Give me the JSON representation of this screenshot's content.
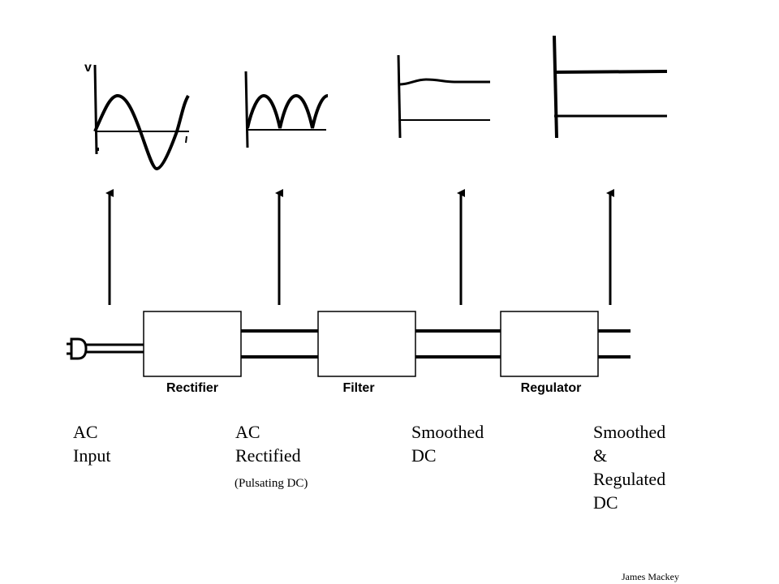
{
  "blocks": {
    "rectifier": "Rectifier",
    "filter": "Filter",
    "regulator": "Regulator"
  },
  "stages": {
    "ac_input": [
      "AC",
      "Input"
    ],
    "ac_rectified": [
      "AC",
      "Rectified"
    ],
    "ac_rectified_note": "(Pulsating DC)",
    "smoothed": [
      "Smoothed",
      "DC"
    ],
    "regulated": [
      "Smoothed",
      "&",
      "Regulated",
      "DC"
    ]
  },
  "waveforms": {
    "ac_input_axis_label": "v"
  },
  "credit": "James Mackey"
}
